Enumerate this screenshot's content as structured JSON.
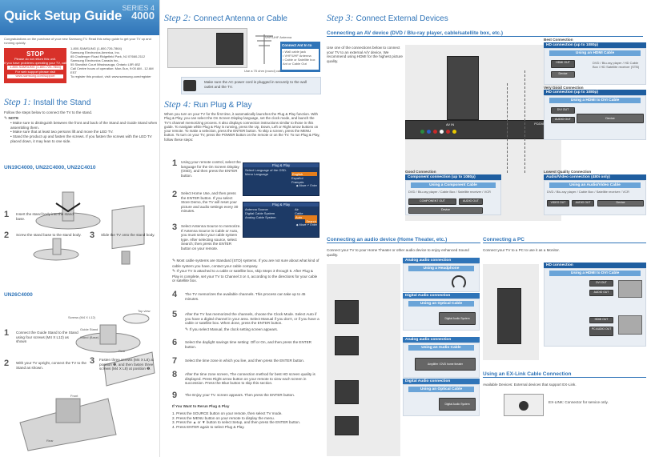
{
  "header": {
    "title": "Quick Setup Guide",
    "series_label": "SERIES 4",
    "series_number": "4000",
    "intro": "Congratulations on the purchase of your new Samsung TV. Read this setup guide to get your TV up and running quickly."
  },
  "stop_box": {
    "title": "STOP",
    "line1": "Please do not return this unit.",
    "line2": "If you have problems operating your TV, call",
    "phone": "1-800-SAMSUNG (1-800-726-7864)",
    "line3": "For web support please visit",
    "web": "www.samsung.com/support"
  },
  "contact": {
    "lines": [
      "1-800-SAMSUNG (1-800-726-7864)",
      "Samsung Electronics America, Inc.",
      "85 Challenger Road Ridgefield Park, NJ 07660-2112",
      "Samsung Electronics Canada Inc.,",
      "55 Standish Court Mississauga, Ontario L5R 4B2",
      "Call Centre hours of operation: Mon-Sun, 9:00 AM - 12 AM EST",
      "To register this product, visit: www.samsung.com/register"
    ]
  },
  "step1": {
    "label": "Step",
    "num": "1:",
    "title": "Install the Stand",
    "intro": "Follow the steps below to connect the TV to the stand.",
    "note_label": "NOTE",
    "notes": [
      "Make sure to distinguish between the front and back of the Stand and Guide Stand when assembling them.",
      "Make sure that at least two persons lift and move the LED TV.",
      "Stand the product up and fasten the screws. If you fasten the screws with the LED TV placed down, it may lean to one side."
    ],
    "model_a": "UN19C4000, UN22C4000, UN22C4010",
    "a1": "Insert the stand body into the stand base.",
    "a2": "Screw the stand base to the stand body.",
    "a3": "Slide the TV onto the stand body.",
    "model_b": "UN26C4000",
    "b1": "Connect the Guide Stand to the Stand using four screws (M4 X L12) as shown",
    "b2": "With your TV upright, connect the TV to the Stand as shown.",
    "b3": "Fasten three screws (M4 X L8) at position ❶, and then fasten three screws (M4 X L8) at position ❷.",
    "labels": {
      "screws": "Screws (M4 X L12)",
      "top": "Top view",
      "guide": "Guide Stand",
      "stand": "Stand (Base)",
      "rear": "Rear",
      "front": "Front"
    },
    "nums": [
      "1",
      "2",
      "3",
      "1",
      "2",
      "3"
    ]
  },
  "step2": {
    "label": "Step",
    "num": "2:",
    "title": "Connect Antenna or Cable",
    "vhf": "VHF/UHF Antenna",
    "cable_label": "Use a 75 ohm (round) cable.",
    "connect_title": "Connect Ant In to",
    "connect_items": [
      "Wall cable jack",
      "VHF/UHF Antenna",
      "Cable or Satellite box Ant or Cable Out"
    ],
    "power_note": "Make sure the AC power cord is plugged in securely to the wall outlet and the TV."
  },
  "step4": {
    "label": "Step",
    "num": "4:",
    "title": "Run Plug & Play",
    "intro": "When you turn on your TV for the first time, it automatically launches the Plug & Play function. With Plug & Play, you can select the On Screen Display language, set the clock mode, and launch the TV's channel memorizing process. It also displays connection instructions similar to those in this guide. To navigate while Plug & Play is running, press the Up, Down, Left or Right arrow buttons on your remote. To make a selection, press the ENTER button. To skip a screen, press the MENU button. To turn on your TV, press the POWER button on the remote or on the TV. To run Plug & Play, follow these steps:",
    "s1": "Using your remote control, select the language for the On Screen Display (OSD), and then press the ENTER button.",
    "s2": "Select Home Use, and then press the ENTER button. If you select Store Demo, the TV will reset your picture and audio settings every 30 minutes.",
    "s3": "Select Antenna Source to memorize. If Antenna Source is Cable or Auto, you must select your cable system type. After selecting source, select Search; then press the ENTER button on your remote.",
    "n1": "Most cable systems are Standard (STD) systems. If you are not sure about what kind of cable system you have, contact your cable company.",
    "n2": "If your TV is attached to a cable or satellite box, skip Steps 3 through 5. After Plug & Play is complete, set your TV to Channel 3 or 4, according to the directions for your cable or satellite box.",
    "s4": "The TV memorizes the available channels. This process can take up to 45 minutes.",
    "s5": "After the TV has memorized the channels, choose the Clock Mode. Select Auto if you have a digital channel in your area. Select Manual if you don't, or if you have a cable or satellite box. When done, press the ENTER button.",
    "n3": "If you select Manual, the clock setting screen appears.",
    "s6": "Select the daylight savings time setting: Off or On, and then press the ENTER button.",
    "s7": "Select the time zone in which you live, and then press the ENTER button.",
    "s8": "After the time zone screen, The connection method for best HD screen quality is displayed. Press Right arrow button on your remote to view each screen in succession. Press the Blue button to skip this section.",
    "s9": "The Enjoy your TV. screen appears. Then press the ENTER button.",
    "rerun_title": "If You Want to Rerun Plug & Play",
    "rerun": [
      "Press the SOURCE button on your remote, then select TV mode.",
      "Press the MENU button on your remote to display the menu.",
      "Press the ▲ or ▼ button to select Setup, and then press the ENTER button.",
      "Press ENTER again to select Plug & Play."
    ],
    "rerun_nums": [
      "1.",
      "2.",
      "3.",
      "4."
    ],
    "nums": [
      "1",
      "2",
      "3",
      "4",
      "5",
      "6",
      "7",
      "8",
      "9"
    ],
    "menu1": {
      "title": "Plug & Play",
      "row1": "Select Language of the OSD.",
      "opts": [
        "English",
        "Español",
        "Français"
      ],
      "row2": "Menu Language",
      "foot": "◆ Move  ↵ Enter"
    },
    "menu2": {
      "title": "Plug & Play",
      "row1": "Antenna Source",
      "row2": "Digital Cable System",
      "row3": "Analog Cable System",
      "opts": [
        "Air",
        "Cable",
        "Auto"
      ],
      "btn": "Search",
      "foot": "◆ Move  ↵ Enter"
    }
  },
  "step3": {
    "label": "Step",
    "num": "3:",
    "title": "Connect External Devices",
    "av_title": "Connecting an AV device (DVD / Blu-ray player, cable/satellite box, etc.)",
    "av_text": "Use one of the connections below to connect your TV to an external A/V device. We recommend using HDMI for the highest picture quality.",
    "best": "Best Connection",
    "hd1": "HD connection (up to 1080p)",
    "hdmi_cable": "Using an HDMI Cable",
    "dvd_list": "DVD / Blu-ray player / HD Cable Box / HD Satellite receiver (STB)",
    "very_good": "Very Good Connection",
    "hd2": "HD connection (up to 1080p)",
    "hdmi_dvi": "Using a HDMI to DVI Cable",
    "good": "Good Connection",
    "comp_hd": "Component connection (up to 1080p)",
    "comp_cable": "Using a Component Cable",
    "comp_list": "DVD / Blu-ray player / Cable Box / Satellite receiver / VCR",
    "lowest": "Lowest Quality Connection",
    "av_480": "Audio/Video connection (480i only)",
    "av_cable": "Using an Audio/Video Cable",
    "av_list": "DVD / Blu-ray player / Cable Box / Satellite receiver / VCR",
    "device": "Device",
    "ports": {
      "hdmi_out": "HDMI OUT",
      "dvi_out": "DVI OUT",
      "audio_out": "AUDIO OUT",
      "comp_out": "COMPONENT OUT",
      "video_out": "VIDEO OUT",
      "av_in": "AV IN",
      "pc_in": "PC/DVI AUDIO IN"
    },
    "audio_title": "Connecting an audio device (Home Theater, etc.)",
    "audio_text": "Connect your TV to your Home Theater or other audio device to enjoy enhanced Sound quality.",
    "analog_ac": "Analog audio connection",
    "headphone": "Using a Headphone",
    "digital_ac": "Digital Audio connection",
    "optical": "Using an Optical Cable",
    "digital_sys": "Digital Audio System",
    "analog_ac2": "Analog audio connection",
    "audio_cable": "Using an Audio Cable",
    "amp": "Amplifier / DVD home theater",
    "digital_ac2": "Digital Audio connection",
    "optical2": "Using an Optical Cable",
    "digital_sys2": "Digital Audio System",
    "pc_title": "Connecting a PC",
    "pc_text": "Connect your TV to a PC to use it as a Monitor.",
    "hd_conn": "HD connection",
    "pc_dvi": "Using a HDMI to DVI Cable",
    "pc_ports": {
      "dvi": "DVI OUT",
      "audio": "AUDIO OUT",
      "hdmi": "HDMI OUT",
      "pc_audio": "PC AUDIO OUT"
    },
    "exlink_title": "Using an EX-Link Cable Connection",
    "exlink_text": "Available Devices: External devices that support EX-Link.",
    "exlink_note": "EX-LINK: Connector for service only."
  }
}
